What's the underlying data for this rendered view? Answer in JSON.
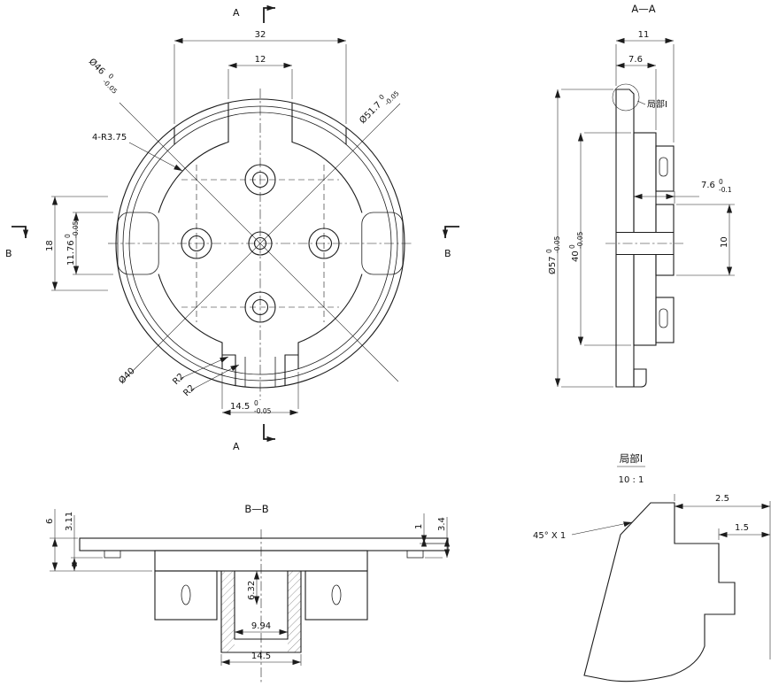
{
  "front": {
    "marker_top": "A",
    "marker_bottom": "A",
    "marker_left": "B",
    "marker_right": "B",
    "dim32": "32",
    "dim12": "12",
    "dim18": "18",
    "dia46_n": "Ø46",
    "dia46_u": "0",
    "dia46_l": "-0.05",
    "dia517_n": "Ø51.7",
    "dia517_u": "0",
    "dia517_l": "-0.05",
    "r375": "4-R3.75",
    "dim1176_n": "11.76",
    "dim1176_u": "0",
    "dim1176_l": "-0.05",
    "dia40": "Ø40",
    "r2a": "R2",
    "r2b": "R2",
    "dim145_n": "14.5",
    "dim145_u": "0",
    "dim145_l": "-0.05"
  },
  "aa": {
    "title": "A—A",
    "dim11": "11",
    "dim76": "7.6",
    "detail_label": "局部I",
    "dia57_n": "Ø57",
    "dia57_u": "0",
    "dia57_l": "-0.05",
    "dim40_n": "40",
    "dim40_u": "0",
    "dim40_l": "-0.05",
    "dim76b_n": "7.6",
    "dim76b_u": "0",
    "dim76b_l": "-0.1",
    "dim10": "10"
  },
  "bb": {
    "title": "B—B",
    "dim6": "6",
    "dim311": "3.11",
    "dim1": "1",
    "dim34": "3.4",
    "dim632": "6.32",
    "dim994": "9.94",
    "dim145": "14.5"
  },
  "detail": {
    "title": "局部I",
    "scale": "10 : 1",
    "dim25": "2.5",
    "dim15": "1.5",
    "chamfer": "45° X 1"
  }
}
